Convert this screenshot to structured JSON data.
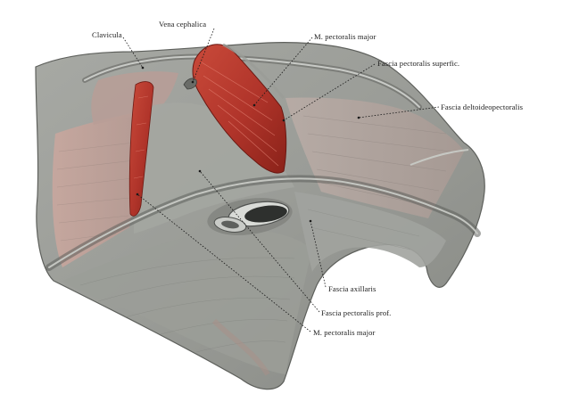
{
  "labels": {
    "clavicula": "Clavicula",
    "vena_cephalica": "Vena cephalica",
    "m_pectoralis_major_top": "M. pectoralis major",
    "fascia_pectoralis_superfic": "Fascia pectoralis superfic.",
    "fascia_deltoideopectoralis": "Fascia deltoideopectoralis",
    "fascia_axillaris": "Fascia axillaris",
    "fascia_pectoralis_prof": "Fascia pectoralis prof.",
    "m_pectoralis_major_bottom": "M. pectoralis major"
  },
  "colors": {
    "background": "#ffffff",
    "fascia_gray": "#9ea09c",
    "fascia_dark": "#6f716d",
    "muscle_red": "#b5362c",
    "muscle_dark": "#7d1e18",
    "muscle_pink": "#d8b0a6",
    "label_text": "#1c1c1c"
  }
}
